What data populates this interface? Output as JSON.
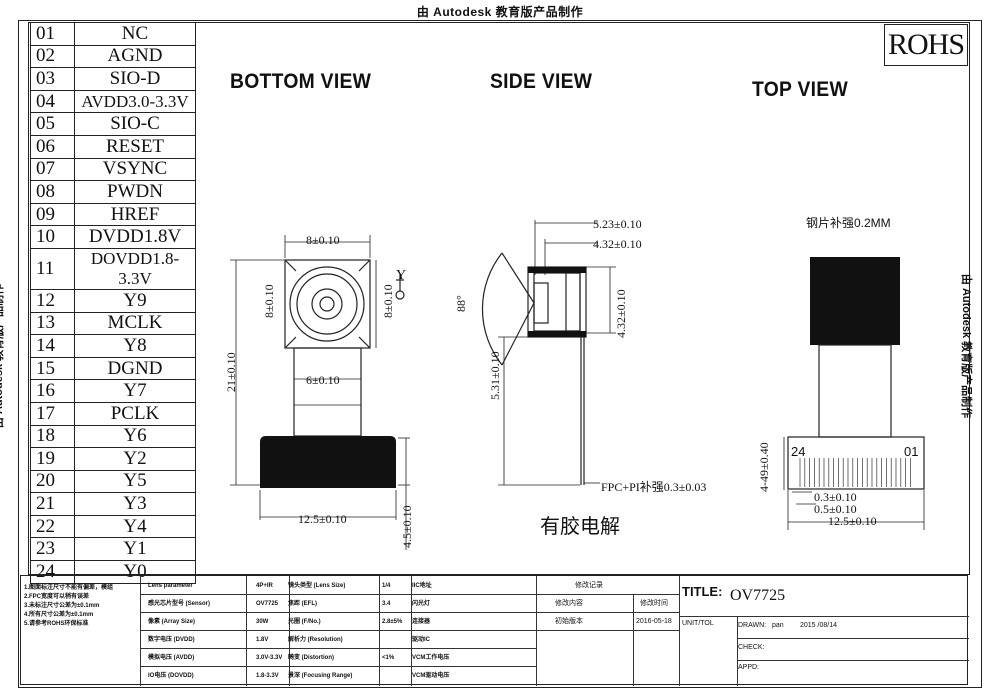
{
  "watermark": "由 Autodesk 教育版产品制作",
  "rohs": "ROHS",
  "pins": [
    {
      "num": "01",
      "name": "NC"
    },
    {
      "num": "02",
      "name": "AGND"
    },
    {
      "num": "03",
      "name": "SIO-D"
    },
    {
      "num": "04",
      "name": "AVDD3.0-3.3V"
    },
    {
      "num": "05",
      "name": "SIO-C"
    },
    {
      "num": "06",
      "name": "RESET"
    },
    {
      "num": "07",
      "name": "VSYNC"
    },
    {
      "num": "08",
      "name": "PWDN"
    },
    {
      "num": "09",
      "name": "HREF"
    },
    {
      "num": "10",
      "name": "DVDD1.8V"
    },
    {
      "num": "11",
      "name": "DOVDD1.8-3.3V"
    },
    {
      "num": "12",
      "name": "Y9"
    },
    {
      "num": "13",
      "name": "MCLK"
    },
    {
      "num": "14",
      "name": "Y8"
    },
    {
      "num": "15",
      "name": "DGND"
    },
    {
      "num": "16",
      "name": "Y7"
    },
    {
      "num": "17",
      "name": "PCLK"
    },
    {
      "num": "18",
      "name": "Y6"
    },
    {
      "num": "19",
      "name": "Y2"
    },
    {
      "num": "20",
      "name": "Y5"
    },
    {
      "num": "21",
      "name": "Y3"
    },
    {
      "num": "22",
      "name": "Y4"
    },
    {
      "num": "23",
      "name": "Y1"
    },
    {
      "num": "24",
      "name": "Y0"
    }
  ],
  "views": {
    "bottom": "BOTTOM VIEW",
    "side": "SIDE VIEW",
    "top": "TOP VIEW"
  },
  "bottom_dims": {
    "lens_width": "8±0.10",
    "lens_height": "8±0.10",
    "fpc_width": "6±0.10",
    "total_length": "21±0.10",
    "connector_width": "12.5±0.10",
    "connector_height": "4.5±0.10",
    "orientation_mark": "Y"
  },
  "side_dims": {
    "d1": "5.23±0.10",
    "d2": "4.32±0.10",
    "angle": "88°",
    "len": "5.31±0.10",
    "stiffener": "FPC+PI补强0.3±0.03",
    "note": "有胶电解"
  },
  "top_dims": {
    "stiffener": "钢片补强0.2MM",
    "pin_left": "24",
    "pin_right": "01",
    "height": "4-49±0.40",
    "pitch": "0.3±0.10",
    "pad": "0.5±0.10",
    "width": "12.5±0.10"
  },
  "notes": [
    "1.图面标注尺寸不能有偏差，模组",
    "2.FPC宽度可以稍有误差",
    "3.未标注尺寸公差为±0.1mm",
    "4.所有尺寸公差为±0.1mm",
    "5.请参考ROHS环保标准"
  ],
  "specs": [
    {
      "label": "Lens parameter",
      "value": "4P+IR",
      "label2": "镜头类型 (Lens Size)",
      "value2": "1/4",
      "label3": "IIC地址"
    },
    {
      "label": "感光芯片型号 (Sensor)",
      "value": "OV7725",
      "label2": "焦距 (EFL)",
      "value2": "3.4",
      "label3": "闪光灯"
    },
    {
      "label": "像素 (Array Size)",
      "value": "30W",
      "label2": "光圈 (F/No.)",
      "value2": "2.8±5%",
      "label3": "连接器"
    },
    {
      "label": "数字电压 (DVDD)",
      "value": "1.8V",
      "label2": "解析力 (Resolution)",
      "value2": "",
      "label3": "驱动IC"
    },
    {
      "label": "模拟电压 (AVDD)",
      "value": "3.0V-3.3V",
      "label2": "畸变 (Distortion)",
      "value2": "<1%",
      "label3": "VCM工作电压"
    },
    {
      "label": "IO电压 (DOVDD)",
      "value": "1.8-3.3V",
      "label2": "景深 (Focusing Range)",
      "value2": "",
      "label3": "VCM驱动电压"
    }
  ],
  "revision": {
    "header": "修改记录",
    "col1": "修改内容",
    "col2": "修改时间",
    "row1": "初始版本",
    "row1_date": "2016-05-18"
  },
  "title_block": {
    "title_label": "TITLE:",
    "title_value": "OV7725",
    "unit_label": "UNIT/TOL",
    "drawn_label": "DRAWN:",
    "drawn_value": "pan",
    "drawn_date": "2015 /08/14",
    "check_label": "CHECK:",
    "appd_label": "APPD:"
  }
}
